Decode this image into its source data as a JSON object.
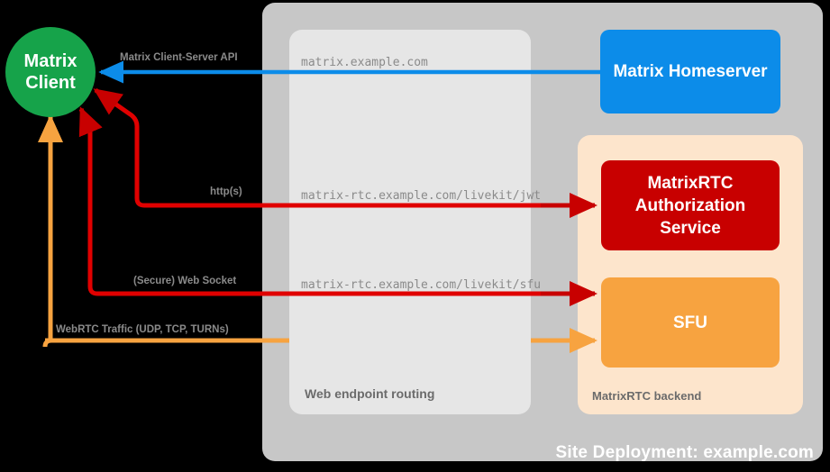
{
  "diagram": {
    "title": "Site Deployment: example.com",
    "background": "#000000"
  },
  "containers": {
    "site": {
      "label": "Site Deployment: example.com",
      "color": "#c7c7c7"
    },
    "routing": {
      "label": "Web endpoint routing",
      "color": "#e6e6e6"
    },
    "backend": {
      "label": "MatrixRTC backend",
      "color": "#fde5cc"
    }
  },
  "nodes": {
    "client": {
      "line1": "Matrix",
      "line2": "Client",
      "color": "#16a34a"
    },
    "homeserver": {
      "label": "Matrix Homeserver",
      "color": "#0c8ce9"
    },
    "auth": {
      "line1": "MatrixRTC",
      "line2": "Authorization",
      "line3": "Service",
      "color": "#c80000"
    },
    "sfu": {
      "label": "SFU",
      "color": "#f7a340"
    }
  },
  "edges": [
    {
      "name": "matrix-client-server-api",
      "label": "Matrix Client-Server API",
      "endpoint": "matrix.example.com",
      "color": "#0c8ce9",
      "target": "homeserver"
    },
    {
      "name": "http-s",
      "label": "http(s)",
      "endpoint": "matrix-rtc.example.com/livekit/jwt",
      "color": "#e00000",
      "target": "auth"
    },
    {
      "name": "secure-web-socket",
      "label": "(Secure) Web Socket",
      "endpoint": "matrix-rtc.example.com/livekit/sfu",
      "color": "#e00000",
      "target": "sfu"
    },
    {
      "name": "webrtc-traffic",
      "label": "WebRTC Traffic (UDP, TCP, TURNs)",
      "endpoint": "",
      "color": "#f7a340",
      "target": "sfu"
    }
  ]
}
